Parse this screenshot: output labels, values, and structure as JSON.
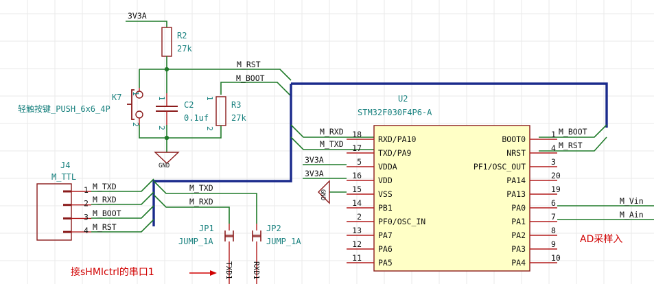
{
  "power": {
    "vcc_label": "3V3A",
    "gnd_label": "GND"
  },
  "r2": {
    "ref": "R2",
    "value": "27k"
  },
  "r3": {
    "ref": "R3",
    "value": "27k"
  },
  "c2": {
    "ref": "C2",
    "value": "0.1uf"
  },
  "k7": {
    "ref": "K7",
    "value": "轻触按键_PUSH_6x6_4P",
    "pin_top": "1",
    "pin_bottom": "2"
  },
  "c2_pins": {
    "top": "1",
    "bottom": "2"
  },
  "r3_pins": {
    "top": "1",
    "bottom": "2"
  },
  "nets_top": {
    "rst": "M_RST",
    "boot": "M_BOOT"
  },
  "u2": {
    "ref": "U2",
    "value": "STM32F030F4P6-A",
    "left_pins": [
      {
        "num": "18",
        "name": "RXD/PA10",
        "net": "M_RXD"
      },
      {
        "num": "17",
        "name": "TXD/PA9",
        "net": "M_TXD"
      },
      {
        "num": "5",
        "name": "VDDA",
        "net": "3V3A"
      },
      {
        "num": "16",
        "name": "VDD",
        "net": "3V3A"
      },
      {
        "num": "15",
        "name": "VSS",
        "net": "GND"
      },
      {
        "num": "14",
        "name": "PB1",
        "net": ""
      },
      {
        "num": "2",
        "name": "PF0/OSC_IN",
        "net": ""
      },
      {
        "num": "13",
        "name": "PA7",
        "net": ""
      },
      {
        "num": "12",
        "name": "PA6",
        "net": ""
      },
      {
        "num": "11",
        "name": "PA5",
        "net": ""
      }
    ],
    "right_pins": [
      {
        "num": "1",
        "name": "BOOT0",
        "net": "M_BOOT"
      },
      {
        "num": "4",
        "name": "NRST",
        "net": "M_RST"
      },
      {
        "num": "3",
        "name": "PF1/OSC_OUT",
        "net": ""
      },
      {
        "num": "20",
        "name": "PA14",
        "net": ""
      },
      {
        "num": "19",
        "name": "PA13",
        "net": ""
      },
      {
        "num": "6",
        "name": "PA0",
        "net": "M_Vin"
      },
      {
        "num": "7",
        "name": "PA1",
        "net": "M_Ain"
      },
      {
        "num": "8",
        "name": "PA2",
        "net": ""
      },
      {
        "num": "9",
        "name": "PA3",
        "net": ""
      },
      {
        "num": "10",
        "name": "PA4",
        "net": ""
      }
    ]
  },
  "j4": {
    "ref": "J4",
    "value": "M_TTL",
    "pins": [
      {
        "num": "1",
        "net": "M_TXD"
      },
      {
        "num": "2",
        "net": "M_RXD"
      },
      {
        "num": "3",
        "net": "M_BOOT"
      },
      {
        "num": "4",
        "net": "M_RST"
      }
    ]
  },
  "jp_nets": {
    "txd": "M_TXD",
    "rxd": "M_RXD"
  },
  "jp1": {
    "ref": "JP1",
    "value": "JUMP_1A",
    "net_out": "TXD1"
  },
  "jp2": {
    "ref": "JP2",
    "value": "JUMP_1A",
    "net_out": "RXD1"
  },
  "annotations": {
    "ad_note": "AD采样入",
    "uart_note": "接sHMIctrl的串口1"
  }
}
